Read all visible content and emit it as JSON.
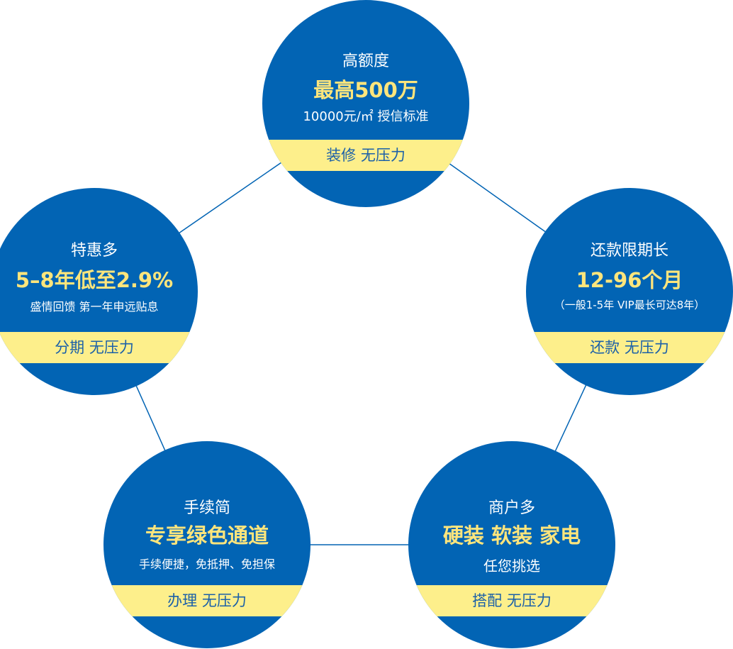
{
  "colors": {
    "circle": "#0264b4",
    "band": "#fdef8b",
    "highlight": "#ffe57c",
    "line": "#0264b4"
  },
  "circles": [
    {
      "title": "高额度",
      "highlight": "最高500万",
      "sub": "10000元/㎡ 授信标准",
      "band": "装修 无压力"
    },
    {
      "title": "还款限期长",
      "highlight": "12-96个月",
      "sub": "（一般1-5年 VIP最长可达8年）",
      "band": "还款 无压力"
    },
    {
      "title": "商户多",
      "highlight": "硬装 软装 家电",
      "sub": "任您挑选",
      "band": "搭配 无压力"
    },
    {
      "title": "手续简",
      "highlight": "专享绿色通道",
      "sub": "手续便捷，免抵押、免担保",
      "band": "办理 无压力"
    },
    {
      "title": "特惠多",
      "highlight": "5–8年低至2.9%",
      "sub": "盛情回馈 第一年申远贴息",
      "band": "分期 无压力"
    }
  ]
}
